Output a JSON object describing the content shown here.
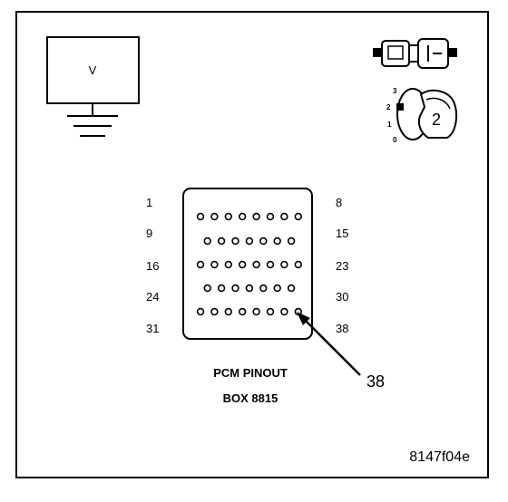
{
  "meter": {
    "label": "V"
  },
  "connector": {
    "title_line1": "PCM PINOUT",
    "title_line2": "BOX 8815",
    "pin_labels_left": [
      "1",
      "9",
      "16",
      "24",
      "31"
    ],
    "pin_labels_right": [
      "8",
      "15",
      "23",
      "30",
      "38"
    ],
    "rows": [
      8,
      7,
      8,
      7,
      8
    ],
    "callout_pin": "38"
  },
  "probe_selector": {
    "number": "2",
    "scale": [
      "3",
      "2",
      "1",
      "0"
    ]
  },
  "figure_id": "8147f04e",
  "colors": {
    "ink": "#000000",
    "background": "#ffffff"
  }
}
